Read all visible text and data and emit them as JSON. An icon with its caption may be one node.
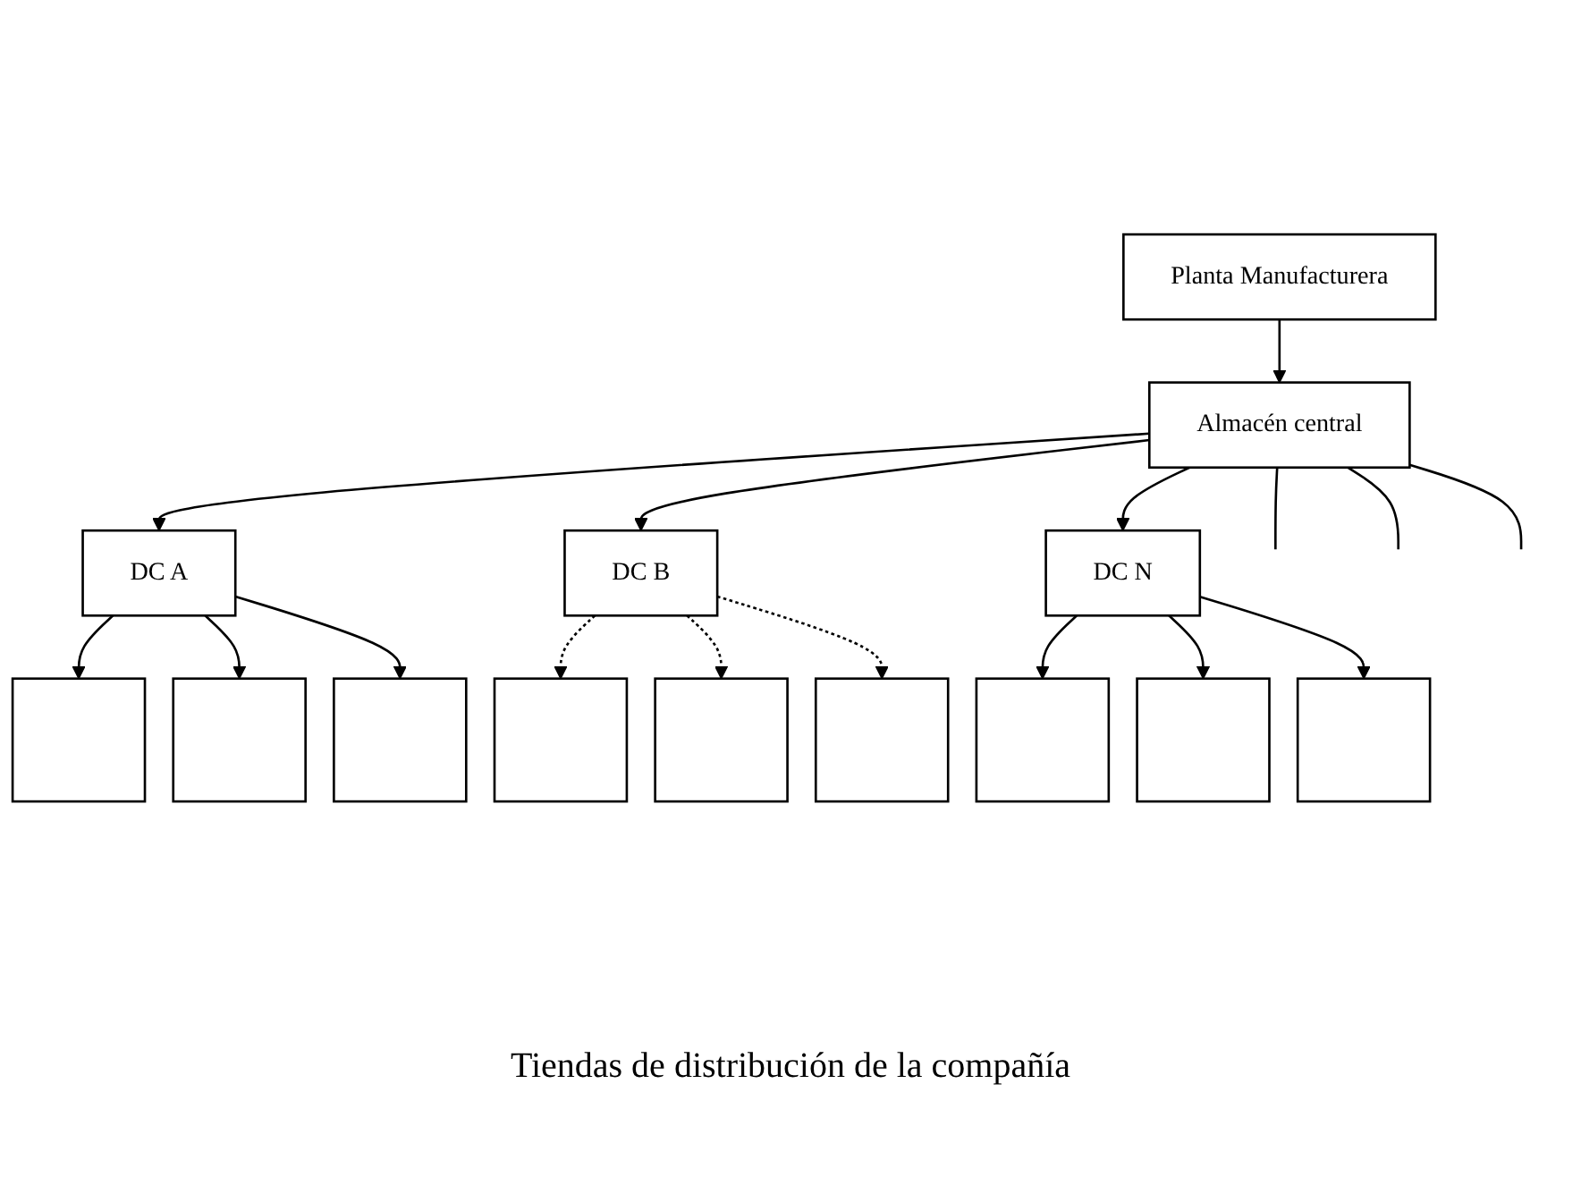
{
  "diagram": {
    "nodes": [
      {
        "text": [
          "Planta Manufacturera"
        ]
      },
      {
        "text": [
          "Almacén central"
        ]
      },
      {
        "text": [
          "DC A"
        ]
      },
      {
        "text": [],
        "shape": "box"
      },
      {
        "text": [],
        "shape": "box"
      },
      {
        "text": [],
        "shape": "box"
      },
      {
        "text": [
          "DC B"
        ]
      },
      {
        "text": [],
        "shape": "box"
      },
      {
        "text": [],
        "shape": "box"
      },
      {
        "text": [],
        "shape": "box"
      },
      {
        "text": [
          "DC N"
        ]
      },
      {
        "text": [],
        "shape": "box"
      },
      {
        "text": [],
        "shape": "box"
      },
      {
        "text": [],
        "shape": "box"
      }
    ],
    "edges": [
      {
        "from": 0,
        "to": 1,
        "arrow": "to"
      },
      {
        "from": 1,
        "to": 2,
        "arrow": "to"
      },
      {
        "from": 1,
        "to": 6,
        "arrow": "to"
      },
      {
        "from": 1,
        "to": null,
        "arrow": "none"
      },
      {
        "from": 1,
        "to": null,
        "arrow": "none"
      },
      {
        "from": 1,
        "to": null,
        "arrow": "none"
      },
      {
        "from": 1,
        "to": 10,
        "arrow": "to"
      },
      {
        "from": 2,
        "to": 3,
        "arrow": "to"
      },
      {
        "from": 2,
        "to": 4,
        "arrow": "to"
      },
      {
        "from": 2,
        "to": 5,
        "arrow": "to"
      },
      {
        "from": 6,
        "to": 7,
        "arrow": "to",
        "style": "dashed"
      },
      {
        "from": 6,
        "to": 8,
        "arrow": "to",
        "style": "dashed"
      },
      {
        "from": 6,
        "to": 9,
        "arrow": "to",
        "style": "dashed"
      },
      {
        "from": 10,
        "to": 11,
        "arrow": "to"
      },
      {
        "from": 10,
        "to": 12,
        "arrow": "to"
      },
      {
        "from": 10,
        "to": 13,
        "arrow": "to"
      }
    ],
    "labels": [
      "Tiendas de distribución de la compañía"
    ]
  }
}
